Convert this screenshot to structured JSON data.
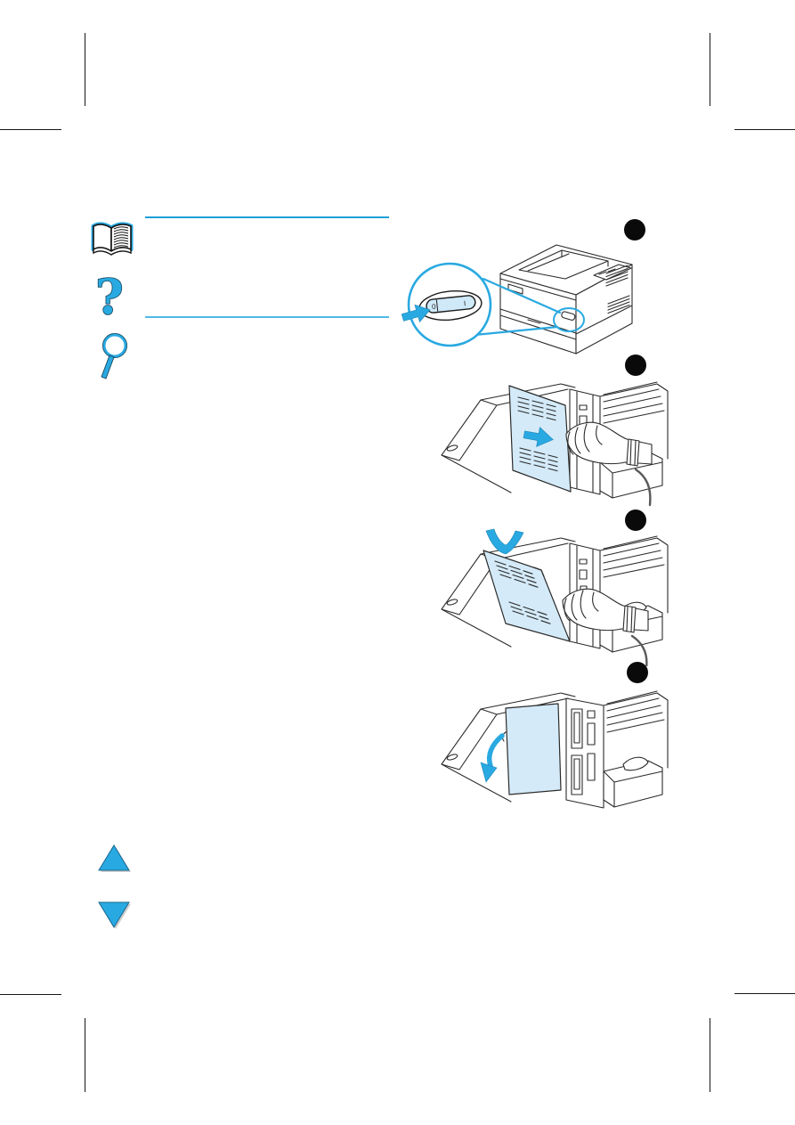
{
  "page": {
    "background_color": "#ffffff",
    "accent_color": "#29a9e1",
    "rule_color_top": "#1c9fd8",
    "rule_color_bottom": "#4fbae6",
    "panel_fill_color": "#d4eaf8",
    "line_color": "#2b2b2b",
    "marker_color": "#0a0a0a"
  },
  "sidebar": {
    "icons": [
      {
        "name": "book-icon"
      },
      {
        "name": "question-icon",
        "glyph": "?"
      },
      {
        "name": "magnifier-icon"
      }
    ]
  },
  "content": {
    "steps": [
      {
        "marker": "dot",
        "illustration": "printer isometric view with zoom callout circle of power switch; cyan arrow pressing switch off"
      },
      {
        "marker": "dot",
        "illustration": "side cover with vent slots slid toward rear; cyan right arrow; hand gripping cover edge"
      },
      {
        "marker": "dot",
        "illustration": "side cover top tilted outward; curved cyan check-shaped arrow at top; hand holding cover"
      },
      {
        "marker": "dot",
        "illustration": "side cover removed from printer; curved cyan arrow pointing down-left; exposed slot panel"
      }
    ],
    "power_switch": {
      "off_label": "0",
      "on_label": "I"
    }
  },
  "navigation": {
    "up_arrow_name": "previous-page",
    "down_arrow_name": "next-page"
  }
}
